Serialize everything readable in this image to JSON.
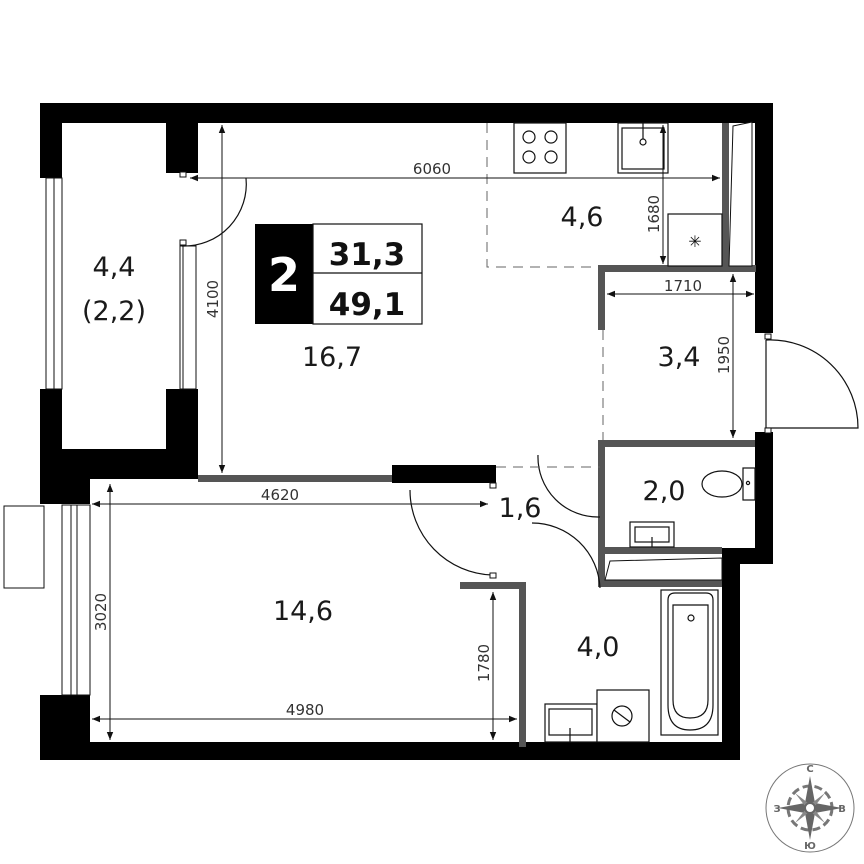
{
  "plan": {
    "rooms_count": "2",
    "living_area": "31,3",
    "total_area": "49,1"
  },
  "rooms": {
    "balcony": {
      "area": "4,4",
      "reduced_area": "(2,2)"
    },
    "living_room": {
      "area": "16,7"
    },
    "kitchen_zone": {
      "area": "4,6"
    },
    "hallway": {
      "area": "3,4"
    },
    "toilet": {
      "area": "2,0"
    },
    "corridor": {
      "area": "1,6"
    },
    "bedroom": {
      "area": "14,6"
    },
    "bathroom": {
      "area": "4,0"
    }
  },
  "dimensions": {
    "living_width": "6060",
    "living_height": "4100",
    "kitchen_depth": "1680",
    "hallway_width": "1710",
    "hallway_height": "1950",
    "bedroom_width_top": "4620",
    "bedroom_width_bottom": "4980",
    "bedroom_height": "3020",
    "bedroom_right_height": "1780"
  },
  "compass": {
    "north": "С",
    "east": "В",
    "south": "Ю",
    "west": "З"
  },
  "colors": {
    "wall": "#000000",
    "partition": "#555555",
    "line": "#111111",
    "badge_bg": "#000000"
  }
}
